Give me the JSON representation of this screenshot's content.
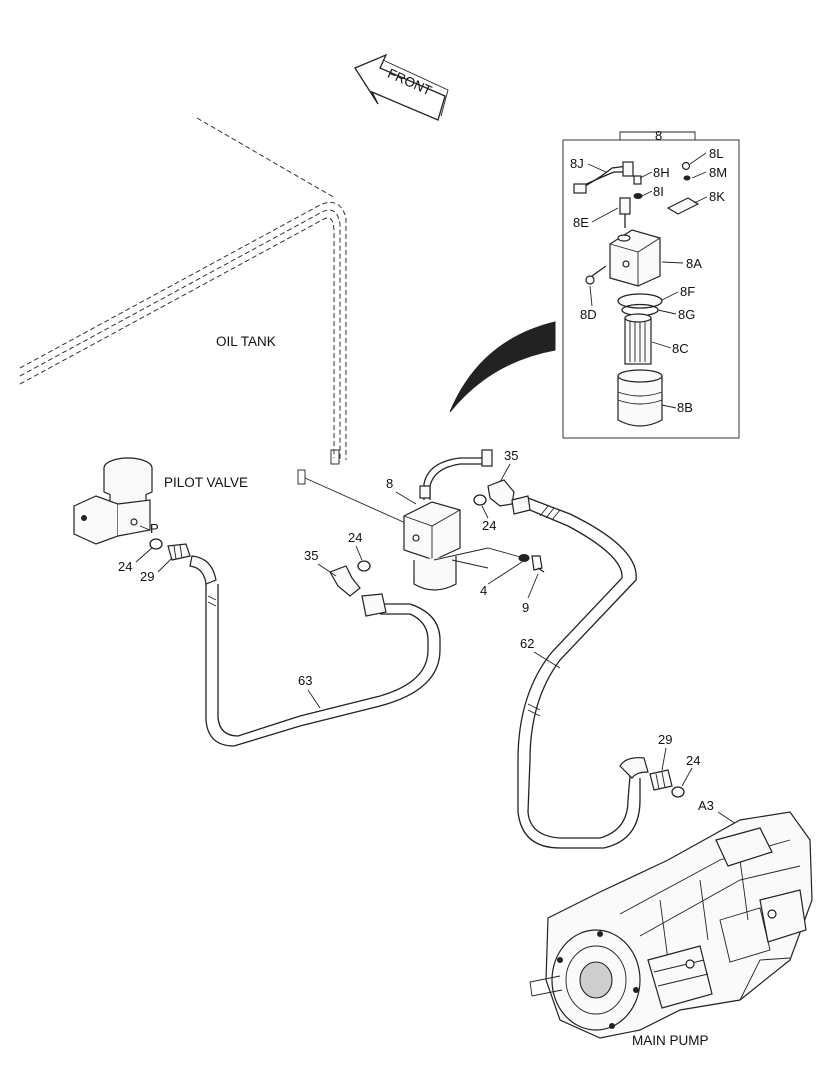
{
  "arrow": {
    "label": "FRONT"
  },
  "areas": {
    "oil_tank": "OIL TANK",
    "pilot_valve": "PILOT VALVE",
    "main_pump": "MAIN PUMP"
  },
  "detail": {
    "title": "8",
    "parts": [
      "8J",
      "8H",
      "8L",
      "8M",
      "8I",
      "8K",
      "8E",
      "8A",
      "8F",
      "8D",
      "8G",
      "8C",
      "8B"
    ]
  },
  "callouts": {
    "c8": "8",
    "c35a": "35",
    "c24a": "24",
    "c24b": "24",
    "c4": "4",
    "c9": "9",
    "c35b": "35",
    "cP": "P",
    "c24c": "24",
    "c29a": "29",
    "c63": "63",
    "c62": "62",
    "c29b": "29",
    "c24d": "24",
    "cA3": "A3"
  },
  "colors": {
    "line": "#222222",
    "background": "#ffffff",
    "shade": "#cfcfcf"
  }
}
